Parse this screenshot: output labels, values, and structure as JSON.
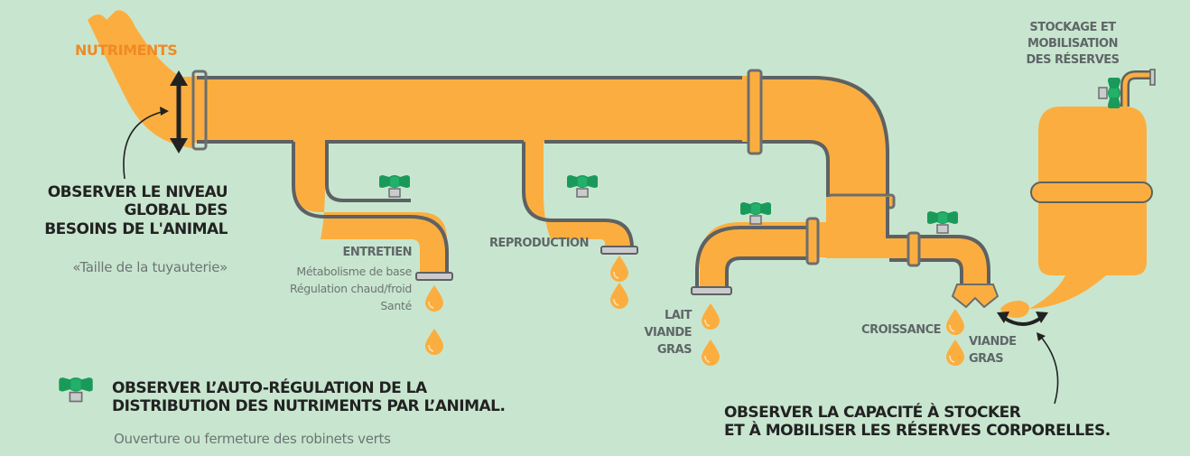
{
  "colors": {
    "background": "#c8e6cf",
    "nutrient": "#fbae3f",
    "pipe_metal": "#9a9d9f",
    "pipe_outline": "#5e6163",
    "valve_green": "#1a9a5a",
    "label_orange": "#f08a24",
    "text_dark": "#222222",
    "text_grey": "#5f6668"
  },
  "source_label": "NUTRIMENTS",
  "global_need": {
    "title_lines": [
      "OBSERVER LE NIVEAU",
      "GLOBAL DES",
      "BESOINS DE L'ANIMAL"
    ],
    "subtitle": "«Taille de la tuyauterie»",
    "icon": "double-arrow-vertical-icon"
  },
  "outlets": [
    {
      "id": "entretien",
      "title": "ENTRETIEN",
      "details": [
        "Métabolisme de base",
        "Régulation chaud/froid",
        "Santé"
      ],
      "drops": 2
    },
    {
      "id": "reproduction",
      "title": "REPRODUCTION",
      "details": [],
      "drops": 2
    },
    {
      "id": "production",
      "title": "",
      "details": [
        "LAIT",
        "VIANDE",
        "GRAS"
      ],
      "drops": 2
    },
    {
      "id": "croissance",
      "title": "CROISSANCE",
      "details": [
        "VIANDE",
        "GRAS"
      ],
      "drops": 2
    }
  ],
  "storage": {
    "title_lines": [
      "STOCKAGE ET",
      "MOBILISATION",
      "DES RÉSERVES"
    ],
    "icon": "double-arrow-curved-icon"
  },
  "legend_valve": {
    "icon": "green-valve-icon",
    "title_lines": [
      "OBSERVER L’AUTO-RÉGULATION DE LA",
      "DISTRIBUTION DES NUTRIMENTS PAR L’ANIMAL."
    ],
    "subtitle": "Ouverture ou fermeture des robinets verts"
  },
  "legend_storage": {
    "title_lines": [
      "OBSERVER LA CAPACITÉ À STOCKER",
      "ET À MOBILISER LES RÉSERVES CORPORELLES."
    ]
  }
}
